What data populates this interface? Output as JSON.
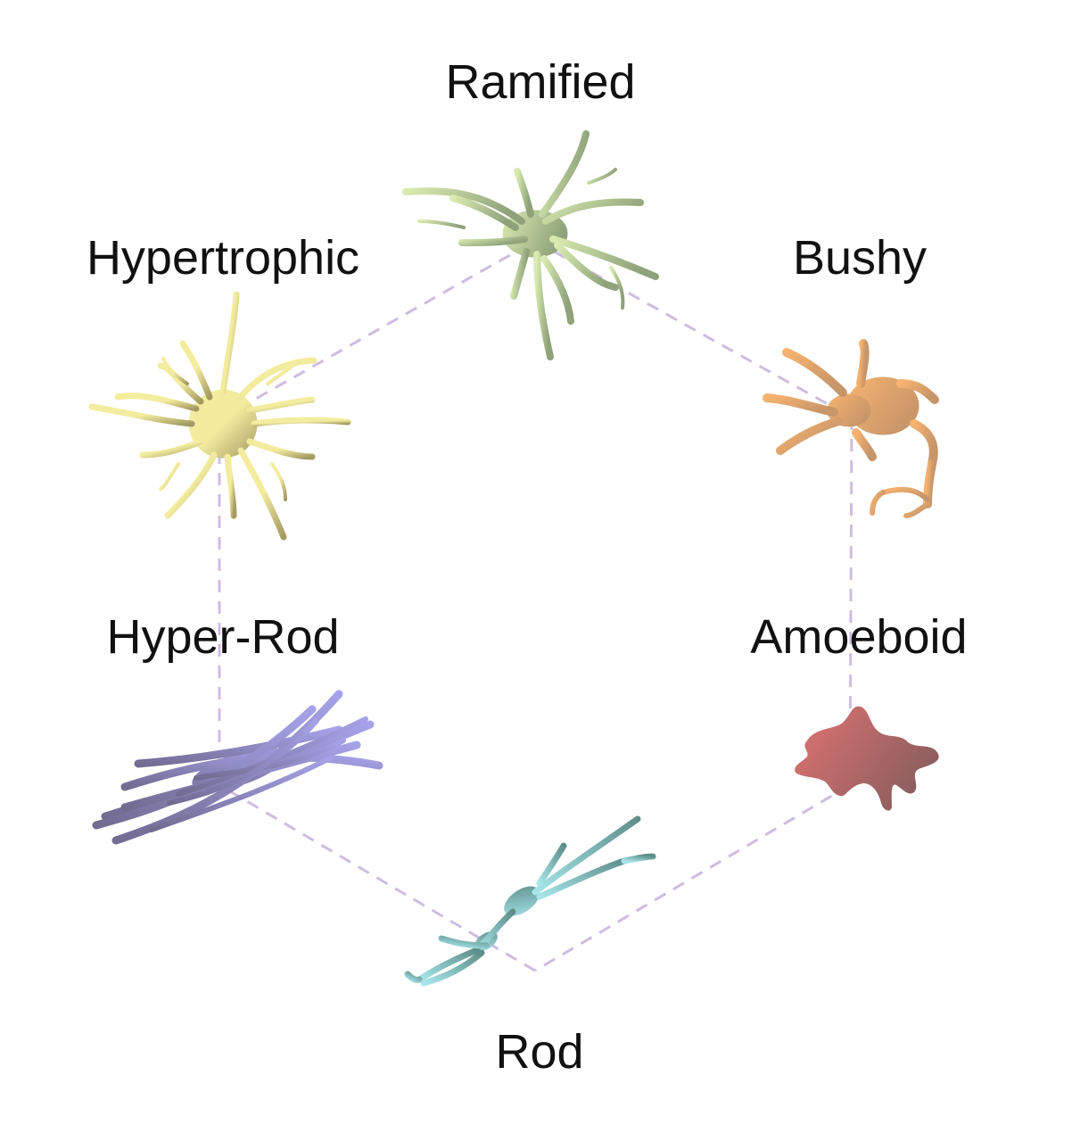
{
  "diagram": {
    "nodes": [
      {
        "id": "ramified",
        "label": "Ramified",
        "icon": "ramified-microglia-icon",
        "colors": [
          "#d9ebb0",
          "#8fa27a"
        ]
      },
      {
        "id": "bushy",
        "label": "Bushy",
        "icon": "bushy-microglia-icon",
        "colors": [
          "#f7b36f",
          "#c7956a"
        ]
      },
      {
        "id": "amoeboid",
        "label": "Amoeboid",
        "icon": "amoeboid-microglia-icon",
        "colors": [
          "#e07473",
          "#8c5e5e"
        ]
      },
      {
        "id": "rod",
        "label": "Rod",
        "icon": "rod-microglia-icon",
        "colors": [
          "#a6e6ea",
          "#5f8e8a"
        ]
      },
      {
        "id": "hyper-rod",
        "label": "Hyper-Rod",
        "icon": "hyper-rod-microglia-icon",
        "colors": [
          "#a6a2e8",
          "#726c92"
        ]
      },
      {
        "id": "hypertrophic",
        "label": "Hypertrophic",
        "icon": "hypertrophic-microglia-icon",
        "colors": [
          "#f3ec9e",
          "#a39a62"
        ]
      }
    ],
    "edges": [
      [
        "ramified",
        "bushy"
      ],
      [
        "bushy",
        "amoeboid"
      ],
      [
        "amoeboid",
        "rod"
      ],
      [
        "rod",
        "hyper-rod"
      ],
      [
        "hyper-rod",
        "hypertrophic"
      ],
      [
        "hypertrophic",
        "ramified"
      ]
    ],
    "edge_color": "#cdbde0"
  }
}
